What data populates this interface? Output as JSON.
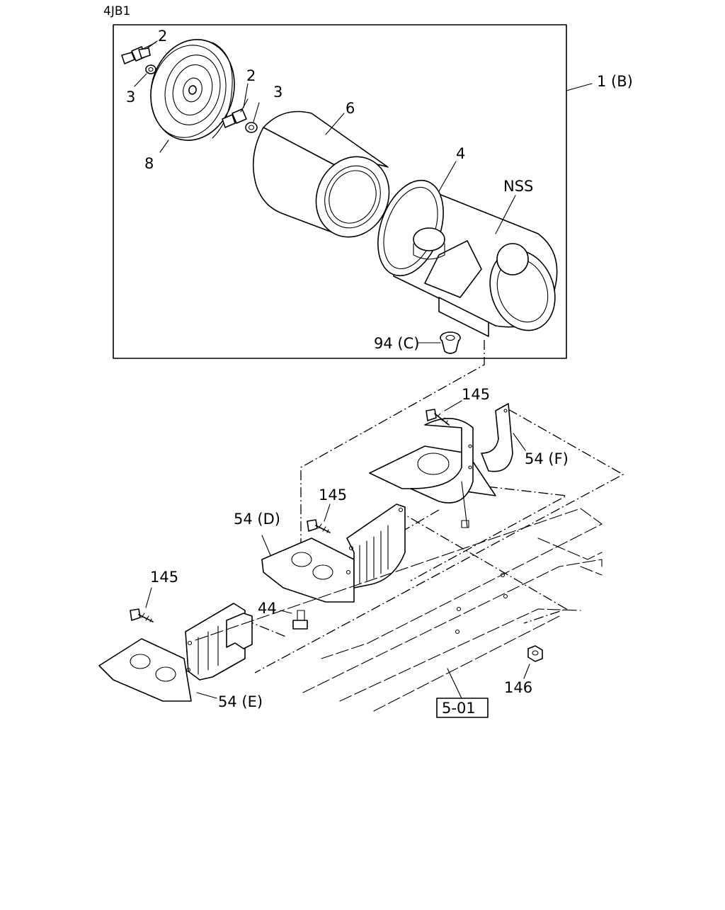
{
  "engine_code": "4JB1",
  "labels": {
    "assembly": "1 (B)",
    "wing_bolt_a": "2",
    "washer_a": "3",
    "wing_bolt_b": "2",
    "washer_b": "3",
    "cover": "8",
    "element": "6",
    "gasket": "4",
    "body_nss": "NSS",
    "valve": "94 (C)",
    "bolt_145_top": "145",
    "bracket_f": "54 (F)",
    "bolt_145_mid": "145",
    "bracket_d": "54 (D)",
    "bolt_145_left": "145",
    "bolt_44": "44",
    "nut_146": "146",
    "bracket_e": "54 (E)",
    "frame_ref": "5-01"
  }
}
